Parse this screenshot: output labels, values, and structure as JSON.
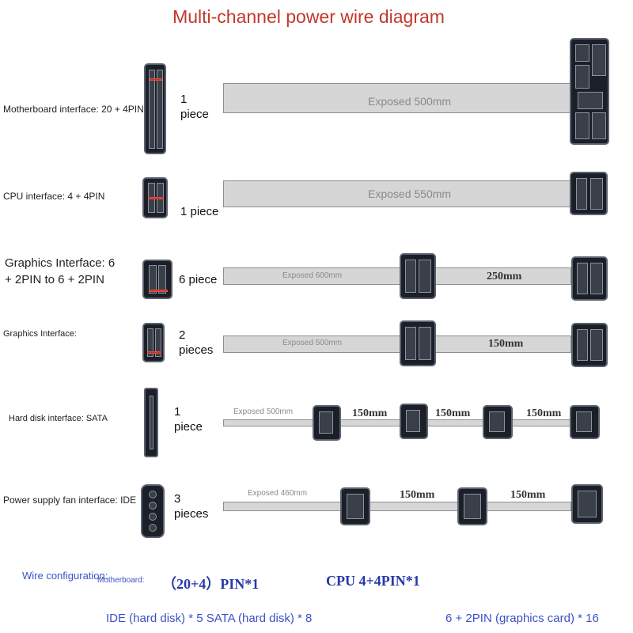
{
  "title": "Multi-channel power wire diagram",
  "rows": [
    {
      "label": "Motherboard interface: 20 + 4PIN",
      "count": "1\npiece",
      "cable": "Exposed 500mm"
    },
    {
      "label": "CPU interface: 4 + 4PIN",
      "count": "1 piece",
      "cable": "Exposed 550mm"
    },
    {
      "label": "Graphics Interface: 6\n+ 2PIN to 6 + 2PIN",
      "count": "6 piece",
      "cable": "Exposed 600mm",
      "segments": [
        "250mm"
      ]
    },
    {
      "label": "Graphics Interface:",
      "count": "2\npieces",
      "cable": "Exposed 500mm",
      "segments": [
        "150mm"
      ]
    },
    {
      "label": "Hard disk interface: SATA",
      "count": "1\npiece",
      "cable": "Exposed 500mm",
      "segments": [
        "150mm",
        "150mm",
        "150mm"
      ]
    },
    {
      "label": "Power supply fan interface: IDE",
      "count": "3\npieces",
      "cable": "Exposed 460mm",
      "segments": [
        "150mm",
        "150mm"
      ]
    }
  ],
  "config": {
    "label": "Wire configuration:",
    "motherboard_label": "Motherboard:",
    "motherboard_value": "（20+4）PIN*1",
    "cpu_value": "CPU 4+4PIN*1",
    "ide_sata": "IDE (hard disk) * 5 SATA (hard disk) * 8",
    "graphics": "6 + 2PIN (graphics card) * 16"
  },
  "colors": {
    "title": "#c0392b",
    "config_text": "#3b52c8",
    "connector": "#1b1f27",
    "cable": "#d6d6d6"
  }
}
